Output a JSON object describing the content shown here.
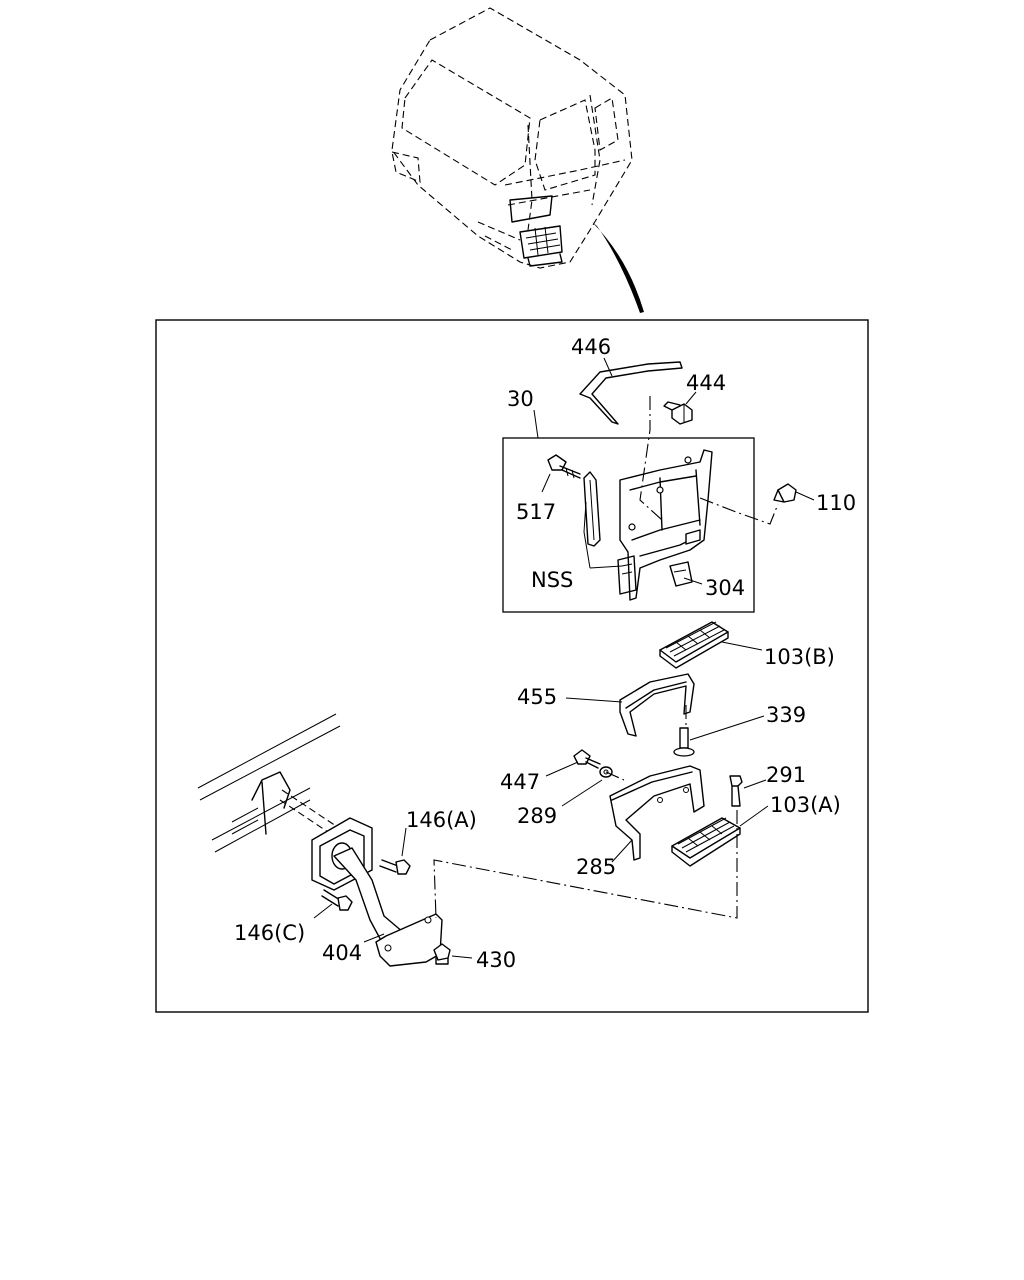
{
  "labels": {
    "l446": "446",
    "l444": "444",
    "l30": "30",
    "l517": "517",
    "l110": "110",
    "lNSS": "NSS",
    "l304": "304",
    "l103b": "103(B)",
    "l455": "455",
    "l339": "339",
    "l447": "447",
    "l291": "291",
    "l289": "289",
    "l103a": "103(A)",
    "l146a": "146(A)",
    "l285": "285",
    "l146c": "146(C)",
    "l404": "404",
    "l430": "430"
  }
}
